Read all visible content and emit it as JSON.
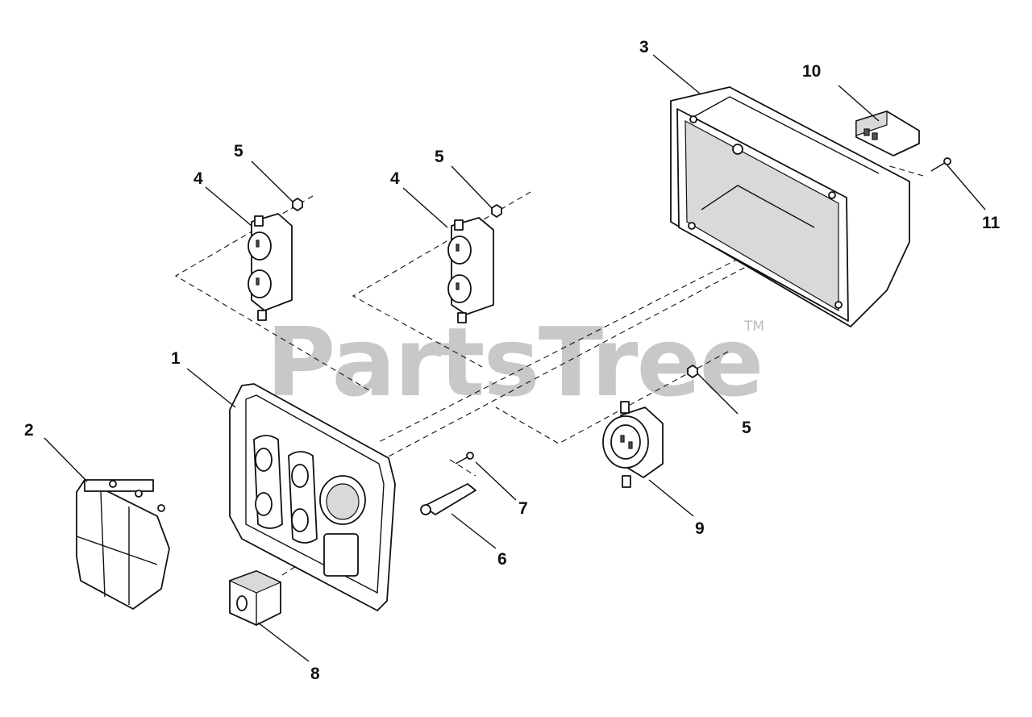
{
  "watermark": {
    "text": "PartsTree",
    "trademark": "TM"
  },
  "callouts": {
    "c1": "1",
    "c2": "2",
    "c3": "3",
    "c4a": "4",
    "c4b": "4",
    "c5a": "5",
    "c5b": "5",
    "c5c": "5",
    "c6": "6",
    "c7": "7",
    "c8": "8",
    "c9": "9",
    "c10": "10",
    "c11": "11"
  },
  "colors": {
    "line": "#111111",
    "watermark": "#c8c8c8",
    "background": "#ffffff"
  }
}
